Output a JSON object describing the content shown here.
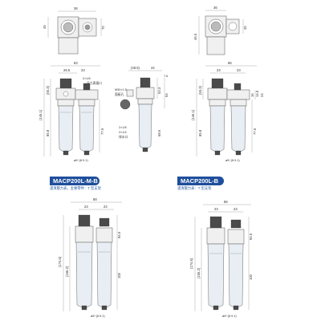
{
  "colors": {
    "banner": "#1f4f9c",
    "caption": "#2a5b9f"
  },
  "section_left": {
    "title": "MACP200L-M-B",
    "caption": "濾清壓力表，主要零件：T 型支架"
  },
  "section_right": {
    "title": "MACP200L-B",
    "caption": "濾清壓力表：T 型支架"
  },
  "dims": {
    "top_left_view": {
      "a": "36",
      "b": "45",
      "c": "70"
    },
    "top_right_view": {
      "a": "36",
      "b": "46.5",
      "c": "45"
    },
    "front_left": {
      "width": "83",
      "w1": "26.5",
      "w2": "23",
      "left_h": "(146.1)",
      "h2": "(55.3)",
      "h3": "85.8",
      "h4": "77.5",
      "tag": "2×1/8",
      "note1": "压力表接口",
      "port": "ø8~(8.9.1)"
    },
    "side_left": {
      "a": "(48.5)",
      "b": "44",
      "c": "7.6",
      "d": "53.3",
      "e": "54",
      "f": "68.6",
      "thread": "M30×1.5",
      "panel": "面板孔",
      "g": "2×1/8",
      "h": "2×1/4",
      "drain": "排水口"
    },
    "front_right": {
      "width": "86",
      "w1": "23",
      "w2": "23",
      "left_h": "(146.1)",
      "h2": "(55.3)",
      "h3": "85.8",
      "h4": "77.5",
      "r1": "16",
      "r2": "14.5",
      "r3": "24",
      "port": "ø8~(8.9.1)"
    },
    "bottom_left": {
      "width": "88",
      "w1": "23",
      "w2": "24",
      "h_total": "(174.6)",
      "h1": "(156.2)",
      "h2": "94.5",
      "h3": "100",
      "port": "ø8~(8.9.1)"
    },
    "bottom_right": {
      "width": "86",
      "w1": "23",
      "w2": "23",
      "h_total": "(174.6)",
      "h1": "(156.2)",
      "h2": "94.5",
      "h3": "100",
      "port": "ø8~(8.9.1)"
    }
  }
}
